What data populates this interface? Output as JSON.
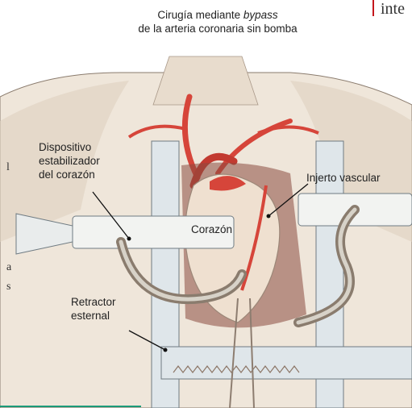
{
  "title": {
    "line1_prefix": "Cirugía mediante ",
    "line1_italic": "bypass",
    "line2": "de la arteria coronaria sin bomba"
  },
  "labels": {
    "stabilizer": [
      "Dispositivo",
      "estabilizador",
      "del corazón"
    ],
    "heart": "Corazón",
    "graft": "Injerto vascular",
    "retractor": [
      "Retractor",
      "esternal"
    ]
  },
  "margin_text": {
    "top_right": "inte",
    "left_chars": [
      "l",
      "a",
      "s"
    ]
  },
  "colors": {
    "skin": "#ede3d6",
    "skin_shadow": "#c9b8a6",
    "artery": "#d6453a",
    "heart": "#efe0d0",
    "retractor": "#dfe6ea",
    "accent_red": "#c4161c",
    "accent_green": "#1a9a78"
  }
}
